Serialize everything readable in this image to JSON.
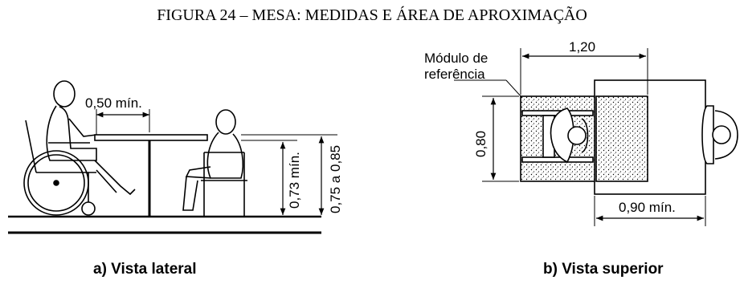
{
  "figure": {
    "title": "FIGURA 24  – MESA: MEDIDAS E ÁREA DE APROXIMAÇÃO"
  },
  "side_view": {
    "caption": "a) Vista lateral",
    "dim_approach": "0,50 mín.",
    "dim_knee_height": "0,73 mín.",
    "dim_table_height": "0,75 a 0,85"
  },
  "top_view": {
    "caption": "b) Vista superior",
    "module_label_line1": "Módulo de",
    "module_label_line2": "referência",
    "dim_length": "1,20",
    "dim_width": "0,80",
    "dim_depth": "0,90 mín."
  }
}
